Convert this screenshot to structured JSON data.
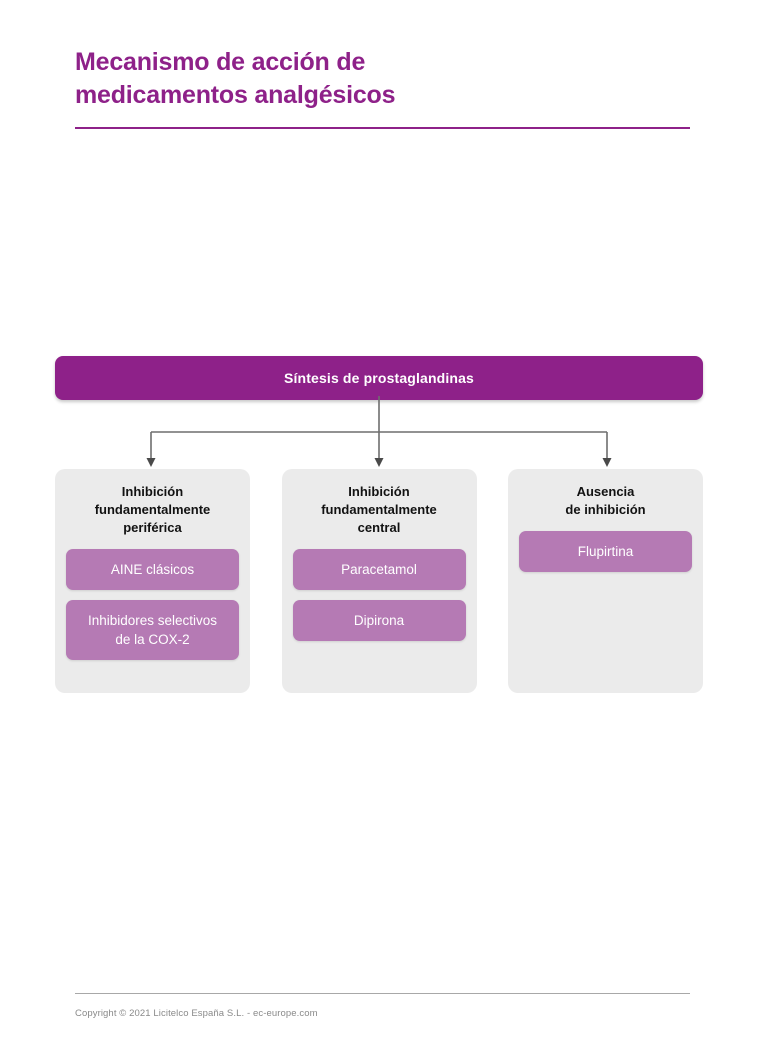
{
  "document": {
    "title_line1": "Mecanismo de acción de",
    "title_line2": "medicamentos analgésicos",
    "title_full": "Mecanismo de acción de\nmedicamentos analgésicos",
    "accent_color": "#8e2189",
    "pill_color": "#b57ab4",
    "card_color": "#ebebeb",
    "connector_color": "#6e6e6e",
    "page_background": "#ffffff"
  },
  "diagram": {
    "type": "flowchart",
    "root": {
      "label": "Síntesis de prostaglandinas"
    },
    "branches": [
      {
        "heading": "Inhibición\nfundamentalmente\nperiférica",
        "items": [
          {
            "label": "AINE clásicos"
          },
          {
            "label": "Inhibidores selectivos\nde la COX-2"
          }
        ]
      },
      {
        "heading": "Inhibición\nfundamentalmente\ncentral",
        "items": [
          {
            "label": "Paracetamol"
          },
          {
            "label": "Dipirona"
          }
        ]
      },
      {
        "heading": "Ausencia\nde inhibición",
        "items": [
          {
            "label": "Flupirtina"
          }
        ]
      }
    ]
  },
  "footer": {
    "copyright": "Copyright © 2021 Licitelco España S.L. - ec-europe.com"
  }
}
